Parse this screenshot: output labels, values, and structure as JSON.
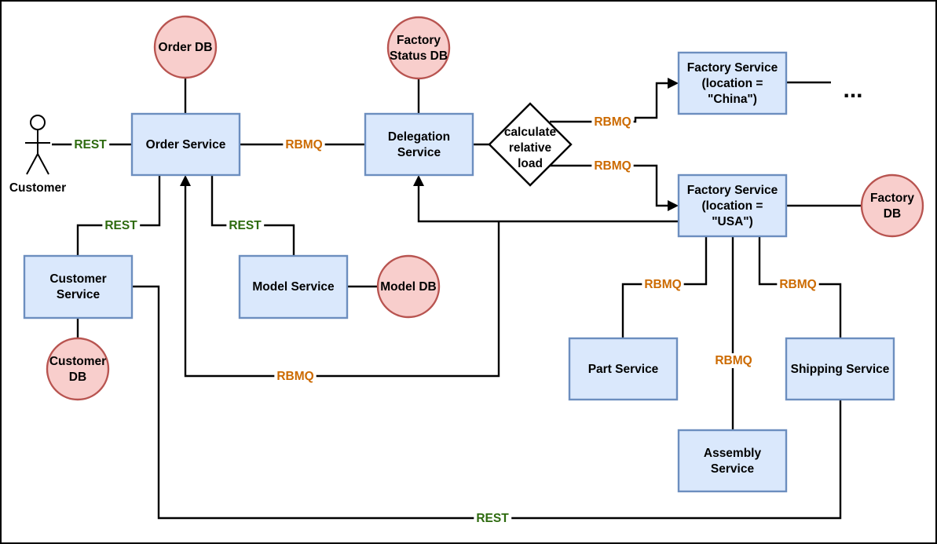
{
  "colors": {
    "service_fill": "#dae8fc",
    "service_stroke": "#6c8ebf",
    "db_fill": "#f8cecc",
    "db_stroke": "#b85450",
    "rest_label": "#2d6a0e",
    "rbmq_label": "#cc6a00"
  },
  "actor": {
    "label": "Customer"
  },
  "services": {
    "order": [
      "Order Service"
    ],
    "delegation": [
      "Delegation",
      "Service"
    ],
    "customer": [
      "Customer",
      "Service"
    ],
    "model": [
      "Model Service"
    ],
    "factory_china": [
      "Factory Service",
      "(location =",
      "\"China\")"
    ],
    "factory_usa": [
      "Factory Service",
      "(location =",
      "\"USA\")"
    ],
    "part": [
      "Part Service"
    ],
    "shipping": [
      "Shipping Service"
    ],
    "assembly": [
      "Assembly",
      "Service"
    ]
  },
  "databases": {
    "order_db": [
      "Order DB"
    ],
    "factory_status_db": [
      "Factory",
      "Status DB"
    ],
    "customer_db": [
      "Customer",
      "DB"
    ],
    "model_db": [
      "Model DB"
    ],
    "factory_db": [
      "Factory",
      "DB"
    ]
  },
  "decision": [
    "calculate",
    "relative",
    "load"
  ],
  "ellipsis": "...",
  "edge_labels": {
    "customer_order": "REST",
    "order_delegation": "RBMQ",
    "order_customer_service": "REST",
    "order_model": "REST",
    "delegation_to_order": "RBMQ",
    "decision_china": "RBMQ",
    "decision_usa": "RBMQ",
    "usa_part": "RBMQ",
    "usa_assembly": "RBMQ",
    "usa_shipping": "RBMQ",
    "customer_shipping": "REST"
  }
}
